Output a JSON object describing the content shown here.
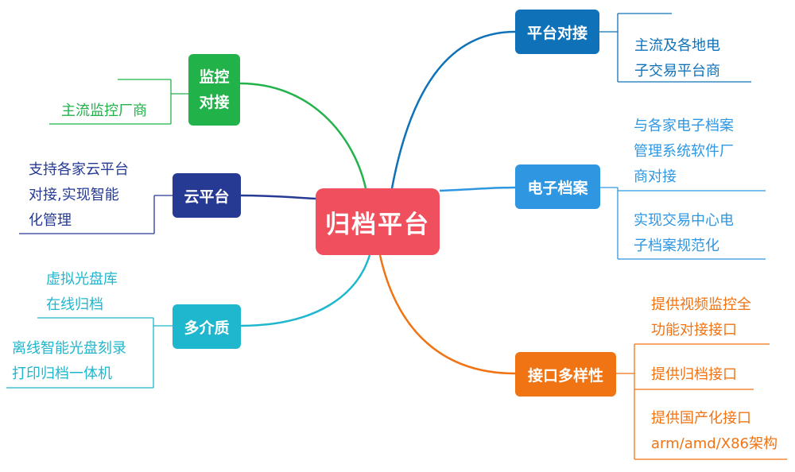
{
  "center": {
    "label": "归档平台",
    "color": "#f0505d"
  },
  "branches": {
    "platform": {
      "label": "平台对接",
      "color": "#0f72b9",
      "leaves": [
        [
          "主流及各地电",
          "子交易平台商"
        ]
      ]
    },
    "earchive": {
      "label": "电子档案",
      "color": "#2f97e2",
      "leaves": [
        [
          "与各家电子档案",
          "管理系统软件厂",
          "商对接"
        ],
        [
          "实现交易中心电",
          "子档案规范化"
        ]
      ]
    },
    "interface": {
      "label": "接口多样性",
      "color": "#f07414",
      "leaves": [
        [
          "提供视频监控全",
          "功能对接接口"
        ],
        [
          "提供归档接口"
        ],
        [
          "提供国产化接口",
          "arm/amd/X86架构"
        ]
      ]
    },
    "monitor": {
      "label": [
        "监控",
        "对接"
      ],
      "color": "#22b24a",
      "leaves": [
        [
          "主流监控厂商"
        ]
      ]
    },
    "cloud": {
      "label": "云平台",
      "color": "#263a94",
      "leaves": [
        [
          "支持各家云平台",
          "对接,实现智能",
          "化管理"
        ]
      ]
    },
    "media": {
      "label": "多介质",
      "color": "#1eb7cd",
      "leaves": [
        [
          "虚拟光盘库",
          "在线归档"
        ],
        [
          "离线智能光盘刻录",
          "打印归档一体机"
        ]
      ]
    }
  }
}
